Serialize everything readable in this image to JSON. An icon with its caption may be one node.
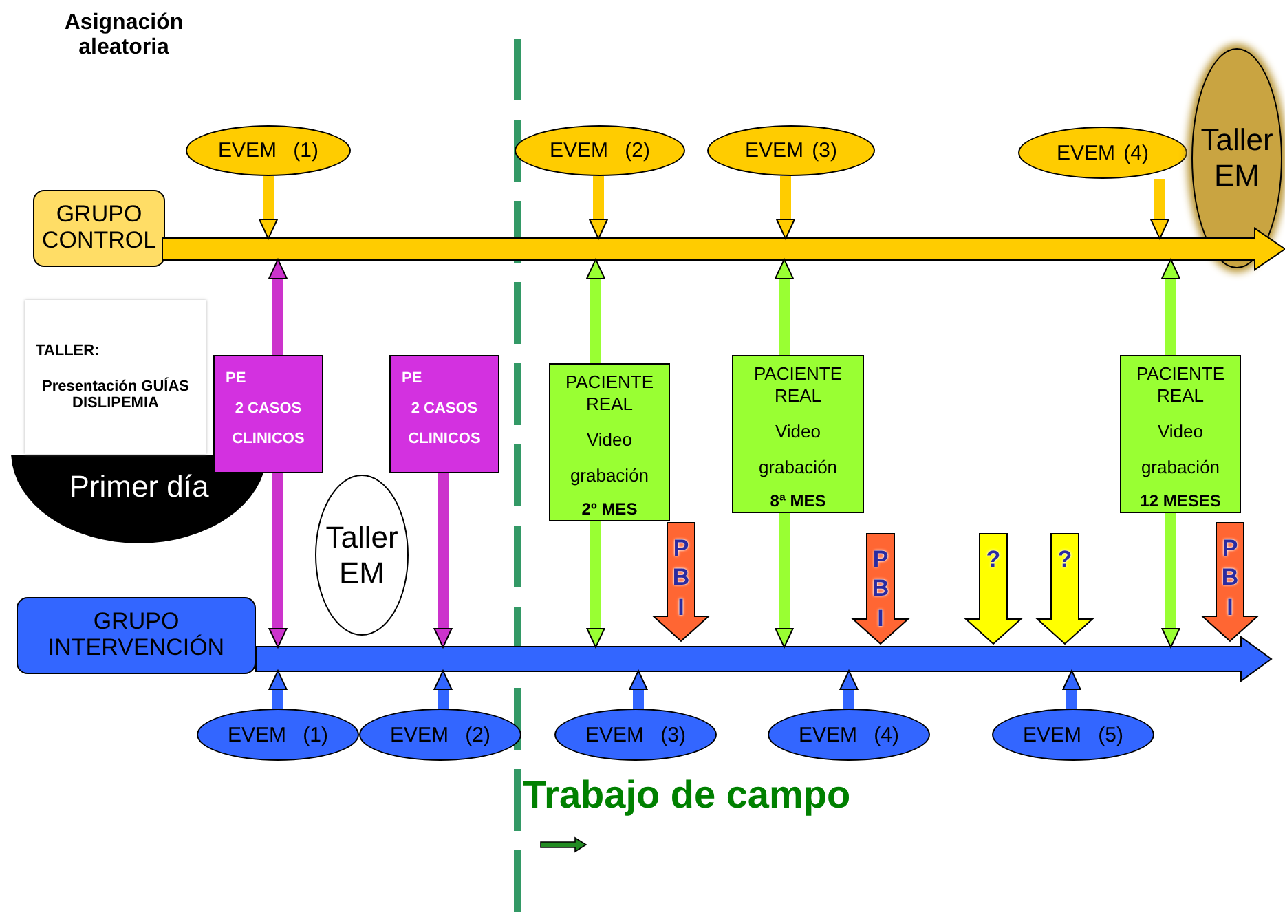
{
  "diagram": {
    "nodes": [
      {
        "text": [
          "EVEM (1)"
        ]
      },
      {
        "text": [
          "EVEM (2)"
        ]
      },
      {
        "text": [
          "EVEM (3)"
        ]
      },
      {
        "text": [
          "EVEM (4)"
        ]
      },
      {
        "text": [
          "Taller EM"
        ]
      },
      {
        "text": [
          "GRUPO CONTROL"
        ]
      },
      {
        "text": [],
        "shape": "bar"
      },
      {
        "text": [
          "TALLER:",
          "Presentación GUÍAS DISLIPEMIA"
        ]
      },
      {
        "text": [
          "Primer día"
        ]
      },
      {
        "text": [
          "PE",
          "2 CASOS CLINICOS"
        ]
      },
      {
        "text": [
          "PE",
          "2 CASOS CLINICOS"
        ]
      },
      {
        "text": [
          "Taller EM"
        ]
      },
      {
        "text": [
          "PACIENTE REAL",
          "Video grabación",
          "2º MES"
        ]
      },
      {
        "text": [
          "P B I"
        ]
      },
      {
        "text": [
          "PACIENTE REAL",
          "Video grabación",
          "8ª MES"
        ]
      },
      {
        "text": [
          "P B I"
        ]
      },
      {
        "text": [
          "?"
        ]
      },
      {
        "text": [
          "?"
        ]
      },
      {
        "text": [
          "PACIENTE REAL",
          "Video grabación",
          "12 MESES"
        ]
      },
      {
        "text": [
          "P B I"
        ]
      },
      {
        "text": [
          "GRUPO INTERVENCIÓN"
        ]
      },
      {
        "text": [],
        "shape": "bar"
      },
      {
        "text": [
          "EVEM (1)"
        ]
      },
      {
        "text": [
          "EVEM (2)"
        ]
      },
      {
        "text": [
          "EVEM (3)"
        ]
      },
      {
        "text": [
          "EVEM (4)"
        ]
      },
      {
        "text": [
          "EVEM (5)"
        ]
      }
    ],
    "edges": [
      {
        "from": 0,
        "to": 6,
        "arrow": "to",
        "color": "#ffcc00"
      },
      {
        "from": 1,
        "to": 6,
        "arrow": "to",
        "color": "#ffcc00"
      },
      {
        "from": 2,
        "to": 6,
        "arrow": "to",
        "color": "#ffcc00"
      },
      {
        "from": 3,
        "to": 6,
        "arrow": "to",
        "color": "#ffcc00"
      },
      {
        "from": 9,
        "to": 6,
        "arrow": "to",
        "color": "#cc33cc"
      },
      {
        "from": 9,
        "to": 21,
        "arrow": "to",
        "color": "#cc33cc"
      },
      {
        "from": 10,
        "to": 21,
        "arrow": "to",
        "color": "#cc33cc"
      },
      {
        "from": 12,
        "to": 6,
        "arrow": "to"
      },
      {
        "from": 12,
        "to": 21,
        "arrow": "to"
      },
      {
        "from": 14,
        "to": 6,
        "arrow": "to"
      },
      {
        "from": 14,
        "to": 21,
        "arrow": "to"
      },
      {
        "from": 18,
        "to": 6,
        "arrow": "to"
      },
      {
        "from": 18,
        "to": 21,
        "arrow": "to"
      },
      {
        "from": 22,
        "to": 21,
        "arrow": "to",
        "color": "#3366ff"
      },
      {
        "from": 23,
        "to": 21,
        "arrow": "to",
        "color": "#3366ff"
      },
      {
        "from": 24,
        "to": 21,
        "arrow": "to",
        "color": "#3366ff"
      },
      {
        "from": 25,
        "to": 21,
        "arrow": "to",
        "color": "#3366ff"
      },
      {
        "from": 26,
        "to": 21,
        "arrow": "to",
        "color": "#3366ff"
      }
    ],
    "labels": [
      "Asignación aleatoria",
      "Trabajo de campo"
    ]
  }
}
